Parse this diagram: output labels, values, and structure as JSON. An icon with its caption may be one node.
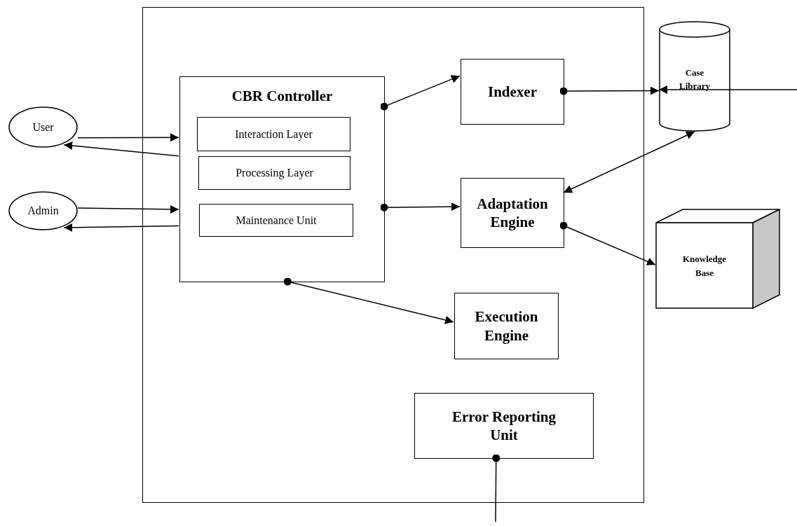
{
  "diagram": {
    "nodes": [
      {
        "text": [],
        "shape": "box"
      },
      {
        "text": [
          "CBR Controller"
        ],
        "in": 0
      },
      {
        "text": [
          "Interaction Layer"
        ],
        "in": 1
      },
      {
        "text": [
          "Processing Layer"
        ],
        "in": 1
      },
      {
        "text": [
          "Maintenance Unit"
        ],
        "in": 1
      },
      {
        "text": [
          "Indexer"
        ],
        "in": 0
      },
      {
        "text": [
          "Adaptation Engine"
        ],
        "in": 0
      },
      {
        "text": [
          "Execution Engine"
        ],
        "in": 0
      },
      {
        "text": [
          "Error Reporting Unit"
        ],
        "in": 0
      },
      {
        "text": [
          "User"
        ]
      },
      {
        "text": [
          "Admin"
        ]
      },
      {
        "text": [
          "Case Library"
        ]
      },
      {
        "text": [
          "Knowledge Base"
        ]
      }
    ],
    "edges": [
      {
        "from": 9,
        "to": 1,
        "arrow": "to"
      },
      {
        "from": 1,
        "to": 9,
        "arrow": "to"
      },
      {
        "from": 10,
        "to": 1,
        "arrow": "to"
      },
      {
        "from": 1,
        "to": 10,
        "arrow": "to"
      },
      {
        "from": 1,
        "to": 5,
        "arrow": "to"
      },
      {
        "from": 5,
        "to": 11,
        "arrow": "to"
      },
      {
        "from": 11,
        "to": 6,
        "arrow": "both"
      },
      {
        "from": 1,
        "to": 6,
        "arrow": "to"
      },
      {
        "from": 6,
        "to": 12,
        "arrow": "to"
      },
      {
        "from": 1,
        "to": 7,
        "arrow": "to"
      },
      {
        "from": null,
        "to": 11,
        "arrow": "to"
      },
      {
        "from": 8,
        "to": null,
        "arrow": "other"
      }
    ]
  }
}
